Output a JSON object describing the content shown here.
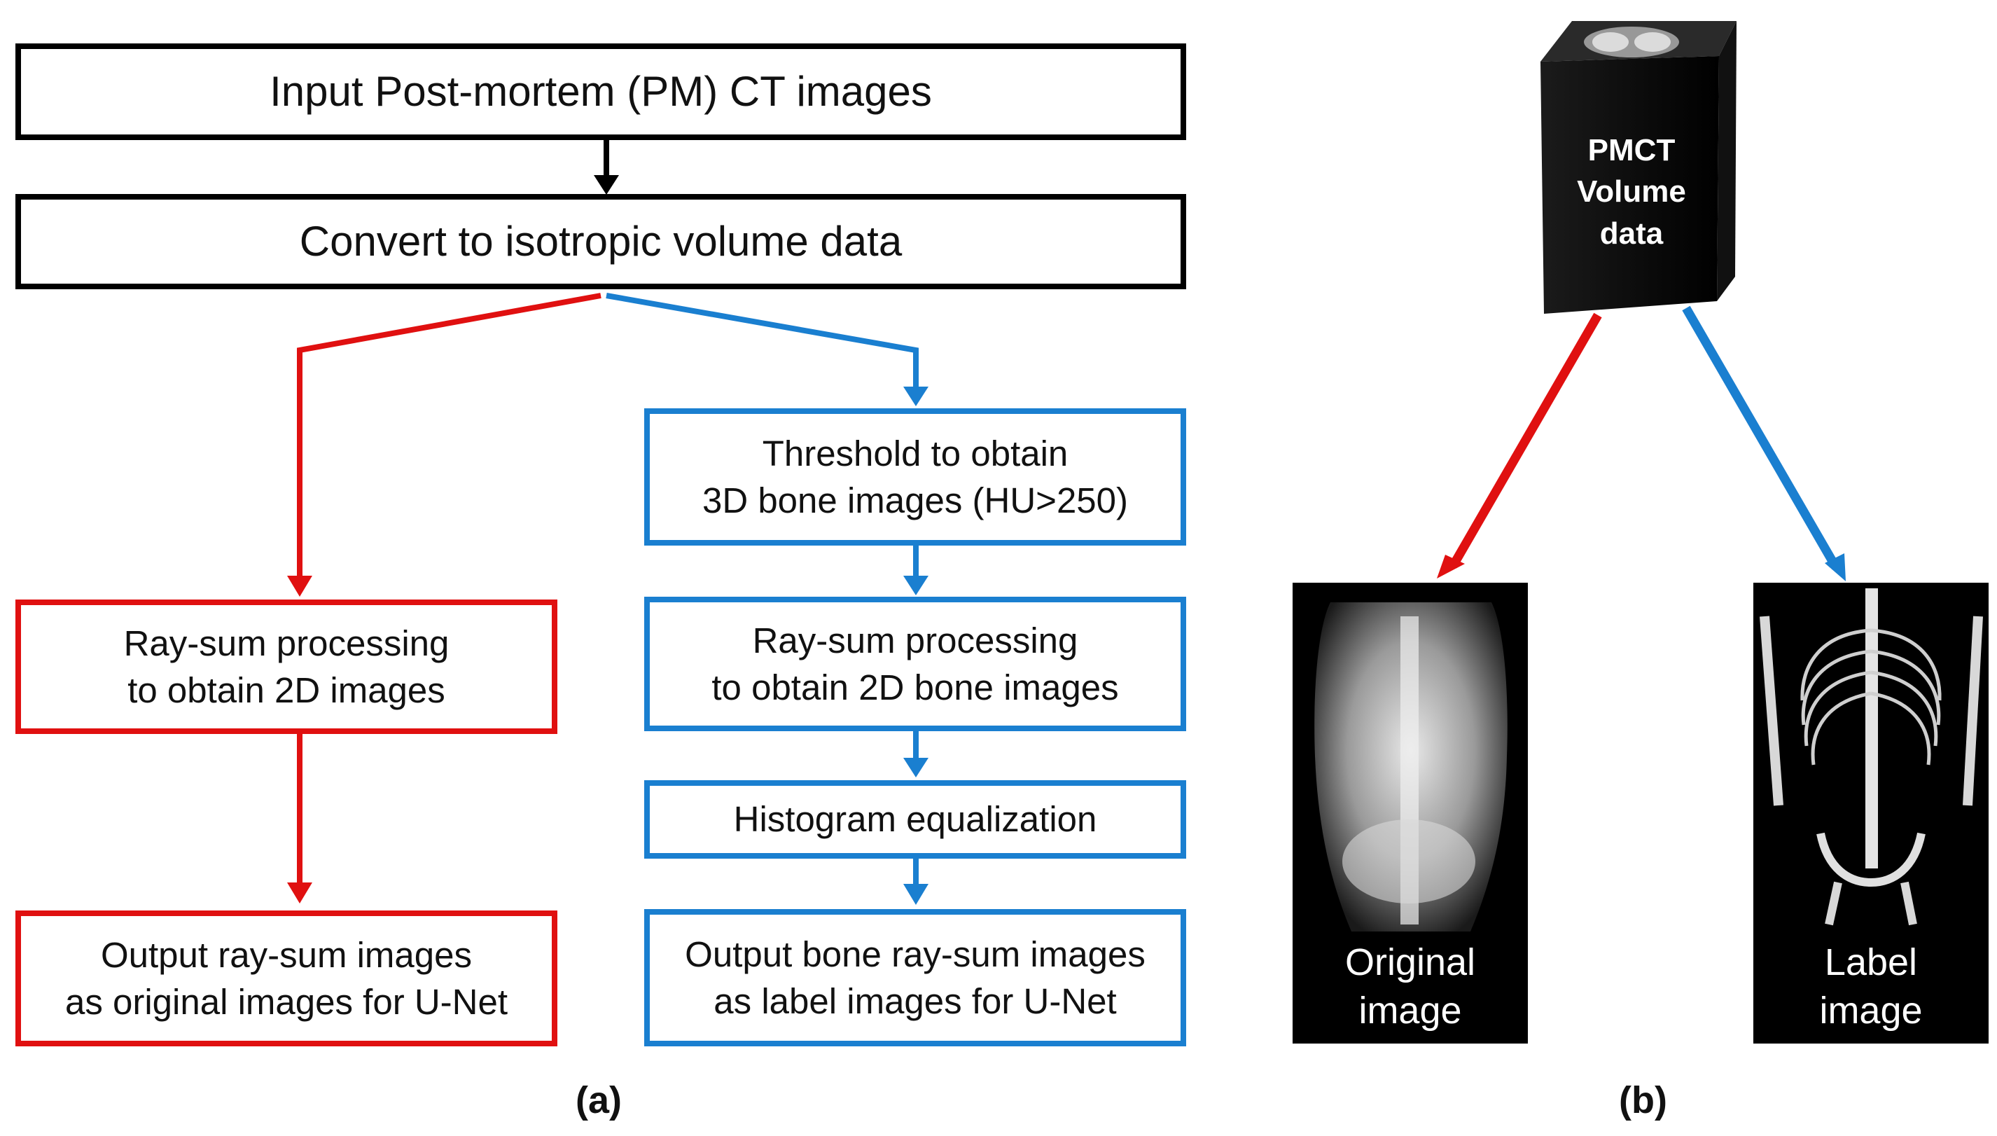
{
  "panel_a": {
    "label": "(a)",
    "steps": {
      "input": "Input Post-mortem (PM) CT images",
      "convert": "Convert to isotropic volume data",
      "raysum_left_line1": "Ray-sum processing",
      "raysum_left_line2": "to obtain 2D images",
      "output_left_line1": "Output ray-sum images",
      "output_left_line2": "as original images for U-Net",
      "threshold_line1": "Threshold to obtain",
      "threshold_line2": "3D bone images (HU>250)",
      "raysum_right_line1": "Ray-sum processing",
      "raysum_right_line2": "to obtain 2D bone images",
      "histogram": "Histogram equalization",
      "output_right_line1": "Output bone ray-sum images",
      "output_right_line2": "as label images for U-Net"
    }
  },
  "panel_b": {
    "label": "(b)",
    "volume_line1": "PMCT",
    "volume_line2": "Volume data",
    "original_line1": "Original",
    "original_line2": "image",
    "label_line1": "Label",
    "label_line2": "image"
  },
  "colors": {
    "black_path": "#000000",
    "red_path": "#e01010",
    "blue_path": "#1a7fd0"
  }
}
